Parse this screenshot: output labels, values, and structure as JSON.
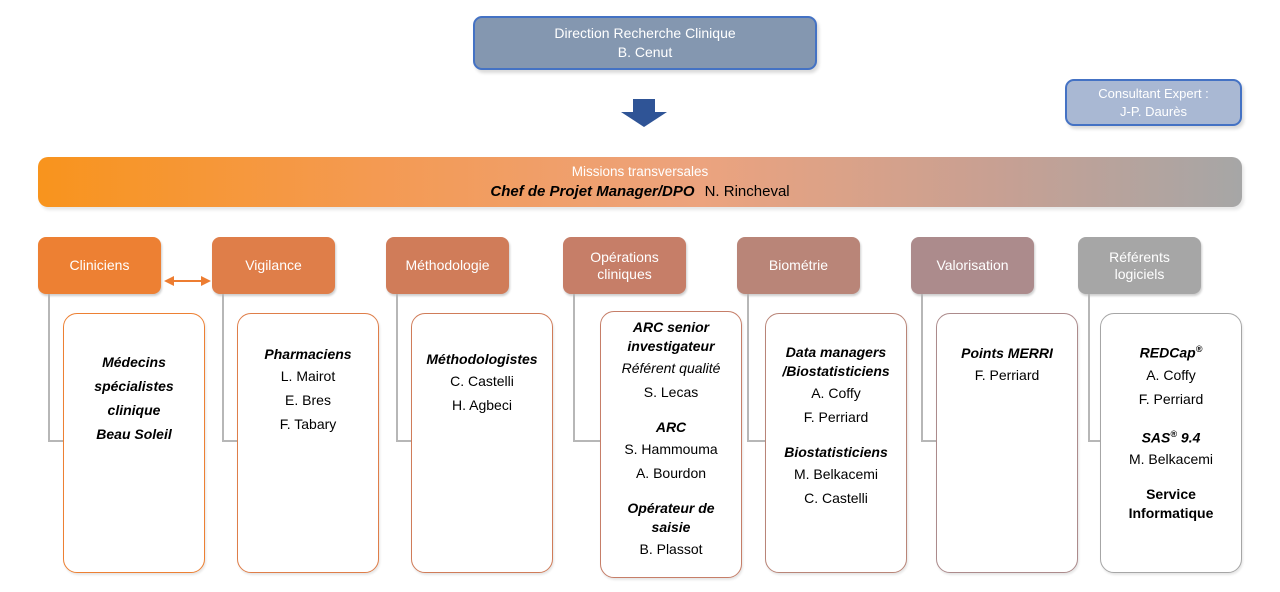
{
  "direction_box": {
    "title": "Direction Recherche Clinique",
    "name": "B. Cenut"
  },
  "consultant_box": {
    "title": "Consultant Expert :",
    "name": "J-P. Daurès"
  },
  "missions_bar": {
    "title": "Missions transversales",
    "role": "Chef de Projet Manager/DPO",
    "name": "N. Rincheval"
  },
  "palette": {
    "direction_fill": "#8497B0",
    "consultant_fill": "#A9B8D3",
    "blue_border": "#4472C4",
    "down_arrow_blue": "#2F5496",
    "bar_gradient_start": "#F8941D",
    "bar_gradient_end": "#A6A6A6",
    "link_arrow_orange": "#ED7D31",
    "connector_gray": "#B7B7B7"
  },
  "icons": {
    "down_arrow": "down-block-arrow",
    "link_arrow": "double-headed-arrow"
  },
  "columns": [
    {
      "title": "Cliniciens",
      "color": "#ED8033",
      "groups": [
        {
          "heading_lines": [
            "Médecins",
            "spécialistes",
            "clinique",
            "Beau Soleil"
          ],
          "names": []
        }
      ]
    },
    {
      "title": "Vigilance",
      "color": "#DF7E49",
      "groups": [
        {
          "heading_lines": [
            "Pharmaciens"
          ],
          "names": [
            "L. Mairot",
            "E. Bres",
            "F. Tabary"
          ]
        }
      ]
    },
    {
      "title": "Méthodologie",
      "color": "#D07C59",
      "groups": [
        {
          "heading_lines": [
            "Méthodologistes"
          ],
          "names": [
            "C. Castelli",
            "H. Agbeci"
          ]
        }
      ]
    },
    {
      "title": "Opérations cliniques",
      "color": "#C67E68",
      "groups": [
        {
          "heading_lines": [
            "ARC senior",
            "investigateur"
          ],
          "subheading": "Référent qualité",
          "names": [
            "S. Lecas"
          ]
        },
        {
          "heading_lines": [
            "ARC"
          ],
          "names": [
            "S. Hammouma",
            "A. Bourdon"
          ]
        },
        {
          "heading_lines": [
            "Opérateur de",
            "saisie"
          ],
          "names": [
            "B. Plassot"
          ]
        }
      ]
    },
    {
      "title": "Biométrie",
      "color": "#B98578",
      "groups": [
        {
          "heading_lines": [
            "Data managers",
            "/Biostatisticiens"
          ],
          "names": [
            "A. Coffy",
            "F. Perriard"
          ]
        },
        {
          "heading_lines": [
            "Biostatisticiens"
          ],
          "names": [
            "M. Belkacemi",
            "C. Castelli"
          ]
        }
      ]
    },
    {
      "title": "Valorisation",
      "color": "#AC8B8C",
      "groups": [
        {
          "heading_lines": [
            "Points MERRI"
          ],
          "names": [
            "F. Perriard"
          ]
        }
      ]
    },
    {
      "title": "Référents logiciels",
      "color": "#A6A6A6",
      "groups": [
        {
          "heading_lines": [
            "REDCap®"
          ],
          "names": [
            "A. Coffy",
            "F. Perriard"
          ]
        },
        {
          "heading_lines": [
            "SAS® 9.4"
          ],
          "names": [
            "M. Belkacemi"
          ]
        },
        {
          "heading_lines": [
            "Service",
            "Informatique"
          ],
          "heading_upright": true,
          "names": []
        }
      ]
    }
  ]
}
